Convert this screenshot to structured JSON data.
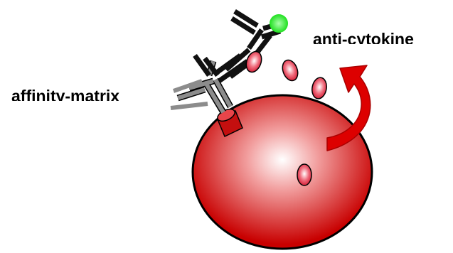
{
  "labels": {
    "anti_cytokine": "anti-cytokine",
    "affinity_matrix": "affinity-matrix"
  },
  "colors": {
    "cell": "#cc0000",
    "cell_highlight": "#ffffff",
    "cytokine": "#e8203a",
    "fluor_tag": "#22ee22",
    "arrow": "#dd0000",
    "antibody_dark": "#111111",
    "antibody_grey": "#8c8c8c",
    "receptor": "#cc1111"
  },
  "icons": [
    "cell-shape",
    "cytokine-ellipse",
    "antibody-shape",
    "curved-arrow-shape",
    "fluorophore-dot",
    "receptor-cylinder"
  ]
}
